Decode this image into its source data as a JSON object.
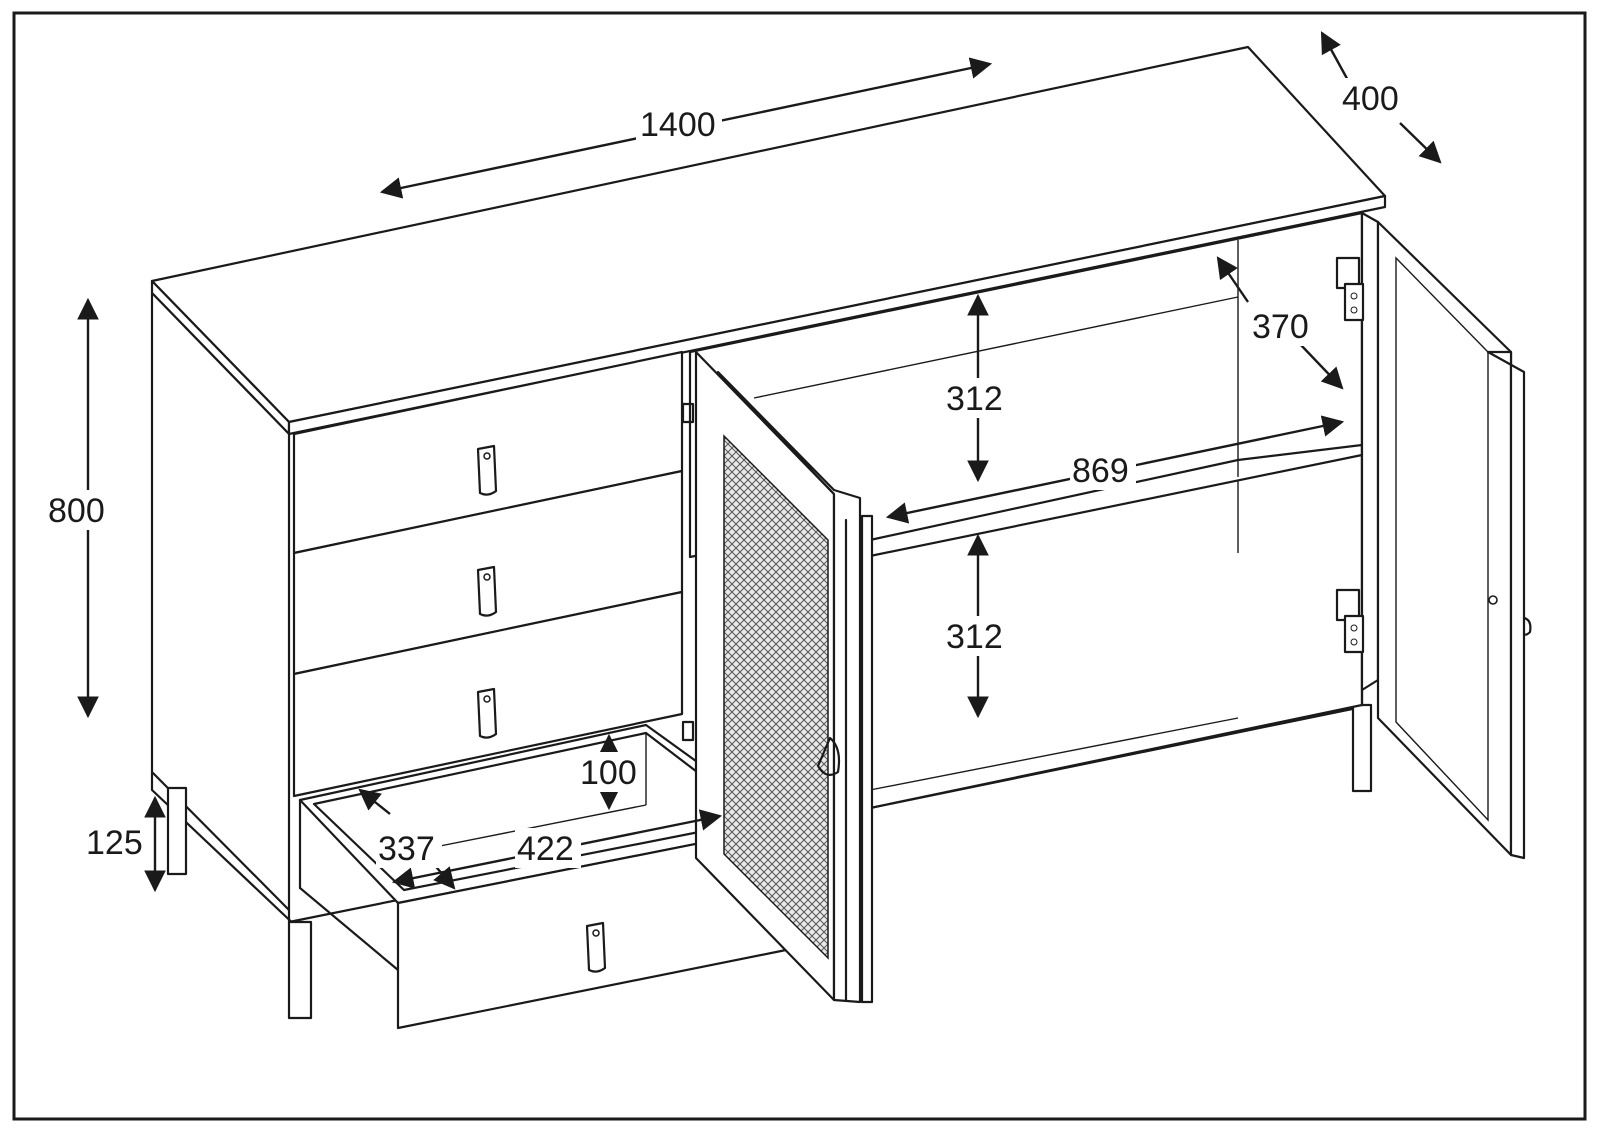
{
  "colors": {
    "line": "#1a1a1a",
    "background": "#ffffff"
  },
  "dimensions": {
    "width_total": "1400",
    "depth_total": "400",
    "height_total": "800",
    "leg_height": "125",
    "shelf_opening_upper": "312",
    "shelf_opening_lower": "312",
    "shelf_depth": "370",
    "compartment_width": "869",
    "drawer_inner_height": "100",
    "drawer_inner_depth": "337",
    "drawer_inner_width": "422"
  }
}
